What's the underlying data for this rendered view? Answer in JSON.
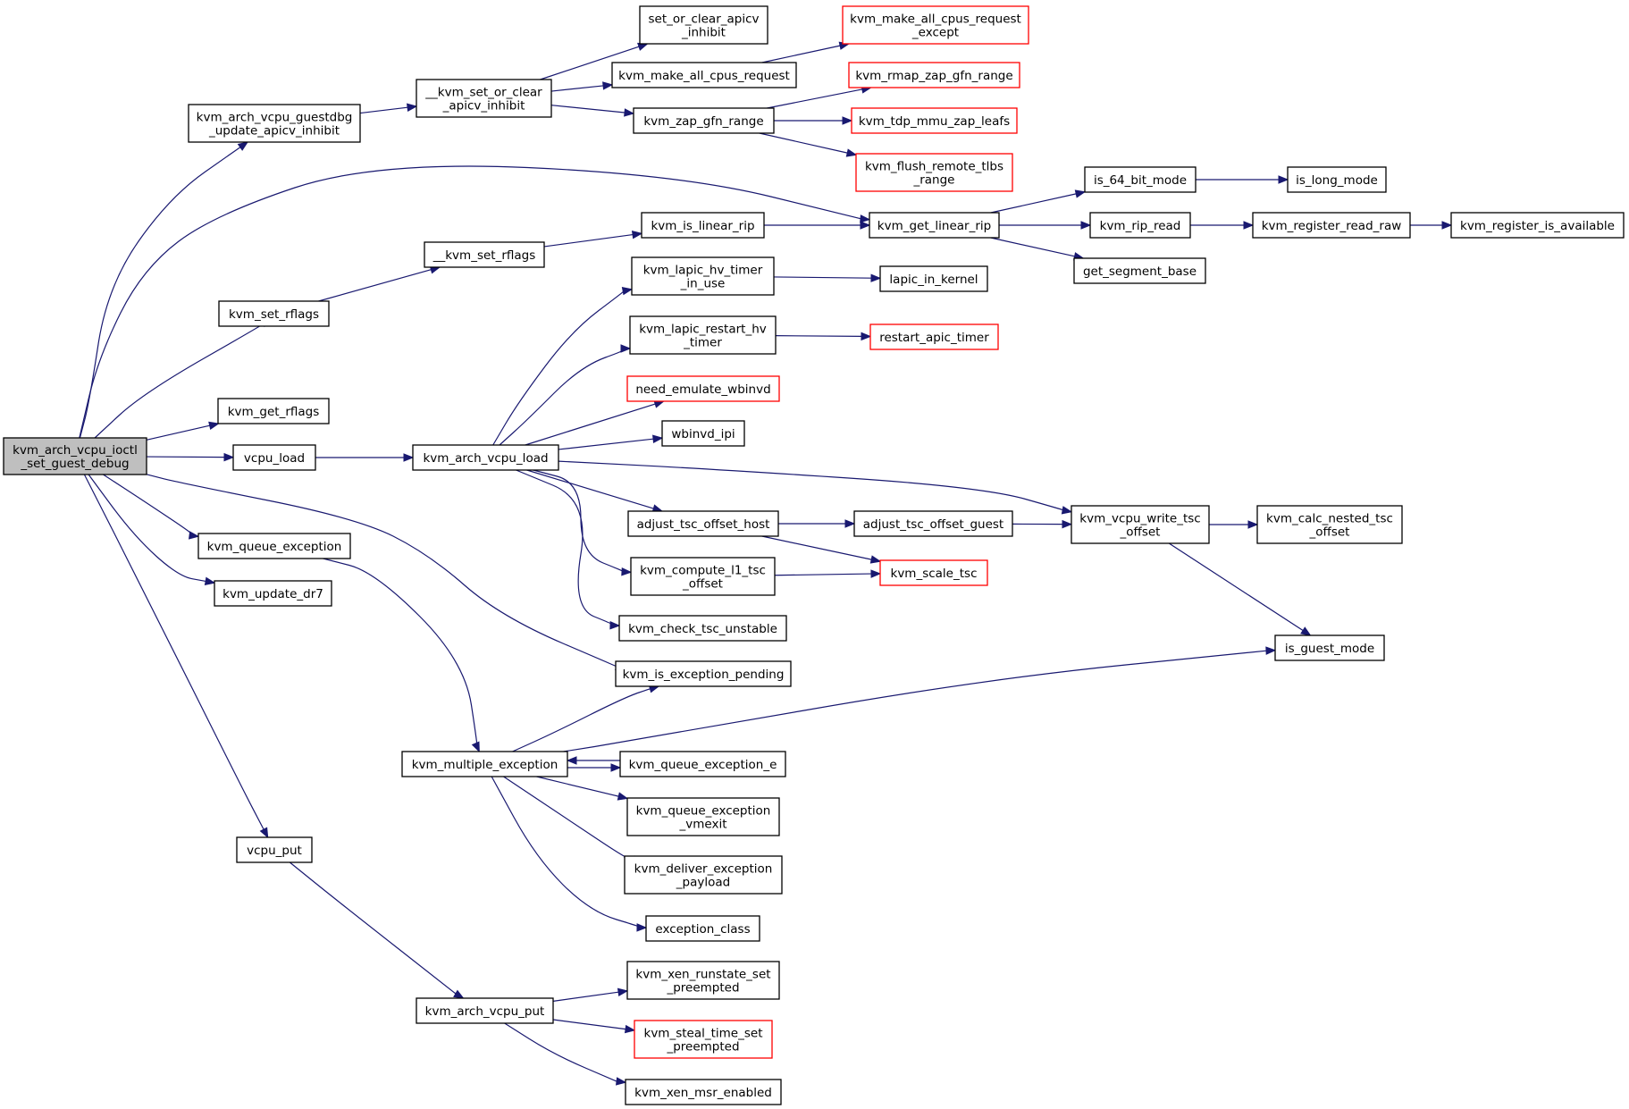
{
  "colors": {
    "edge": "#191970",
    "node_border": "#000000",
    "truncated_node_border": "#ff0000",
    "root_fill": "#bfbfbf"
  },
  "nodes": [
    {
      "id": "root",
      "lines": [
        "kvm_arch_vcpu_ioctl",
        "_set_guest_debug"
      ],
      "style": "root"
    },
    {
      "id": "guestdbg",
      "lines": [
        "kvm_arch_vcpu_guestdbg",
        "_update_apicv_inhibit"
      ],
      "style": "normal"
    },
    {
      "id": "set_or_clear_inh",
      "lines": [
        "__kvm_set_or_clear",
        "_apicv_inhibit"
      ],
      "style": "normal"
    },
    {
      "id": "set_or_clear_apicv",
      "lines": [
        "set_or_clear_apicv",
        "_inhibit"
      ],
      "style": "normal"
    },
    {
      "id": "make_all_cpus_req",
      "lines": [
        "kvm_make_all_cpus_request"
      ],
      "style": "normal"
    },
    {
      "id": "make_all_except",
      "lines": [
        "kvm_make_all_cpus_request",
        "_except"
      ],
      "style": "truncated"
    },
    {
      "id": "zap_gfn_range",
      "lines": [
        "kvm_zap_gfn_range"
      ],
      "style": "normal"
    },
    {
      "id": "rmap_zap",
      "lines": [
        "kvm_rmap_zap_gfn_range"
      ],
      "style": "truncated"
    },
    {
      "id": "tdp_mmu_zap",
      "lines": [
        "kvm_tdp_mmu_zap_leafs"
      ],
      "style": "truncated"
    },
    {
      "id": "flush_remote",
      "lines": [
        "kvm_flush_remote_tlbs",
        "_range"
      ],
      "style": "truncated"
    },
    {
      "id": "is_64_bit",
      "lines": [
        "is_64_bit_mode"
      ],
      "style": "normal"
    },
    {
      "id": "is_long_mode",
      "lines": [
        "is_long_mode"
      ],
      "style": "normal"
    },
    {
      "id": "is_linear_rip",
      "lines": [
        "kvm_is_linear_rip"
      ],
      "style": "normal"
    },
    {
      "id": "get_linear_rip",
      "lines": [
        "kvm_get_linear_rip"
      ],
      "style": "normal"
    },
    {
      "id": "rip_read",
      "lines": [
        "kvm_rip_read"
      ],
      "style": "normal"
    },
    {
      "id": "reg_read_raw",
      "lines": [
        "kvm_register_read_raw"
      ],
      "style": "normal"
    },
    {
      "id": "reg_is_avail",
      "lines": [
        "kvm_register_is_available"
      ],
      "style": "normal"
    },
    {
      "id": "get_seg_base",
      "lines": [
        "get_segment_base"
      ],
      "style": "normal"
    },
    {
      "id": "set_rflags_int",
      "lines": [
        "__kvm_set_rflags"
      ],
      "style": "normal"
    },
    {
      "id": "set_rflags",
      "lines": [
        "kvm_set_rflags"
      ],
      "style": "normal"
    },
    {
      "id": "hv_timer_in_use",
      "lines": [
        "kvm_lapic_hv_timer",
        "_in_use"
      ],
      "style": "normal"
    },
    {
      "id": "lapic_in_kernel",
      "lines": [
        "lapic_in_kernel"
      ],
      "style": "normal"
    },
    {
      "id": "restart_hv_timer",
      "lines": [
        "kvm_lapic_restart_hv",
        "_timer"
      ],
      "style": "normal"
    },
    {
      "id": "restart_apic_timer",
      "lines": [
        "restart_apic_timer"
      ],
      "style": "truncated"
    },
    {
      "id": "need_wbinvd",
      "lines": [
        "need_emulate_wbinvd"
      ],
      "style": "truncated"
    },
    {
      "id": "get_rflags",
      "lines": [
        "kvm_get_rflags"
      ],
      "style": "normal"
    },
    {
      "id": "wbinvd_ipi",
      "lines": [
        "wbinvd_ipi"
      ],
      "style": "normal"
    },
    {
      "id": "vcpu_load",
      "lines": [
        "vcpu_load"
      ],
      "style": "normal"
    },
    {
      "id": "arch_vcpu_load",
      "lines": [
        "kvm_arch_vcpu_load"
      ],
      "style": "normal"
    },
    {
      "id": "adj_tsc_host",
      "lines": [
        "adjust_tsc_offset_host"
      ],
      "style": "normal"
    },
    {
      "id": "adj_tsc_guest",
      "lines": [
        "adjust_tsc_offset_guest"
      ],
      "style": "normal"
    },
    {
      "id": "write_tsc",
      "lines": [
        "kvm_vcpu_write_tsc",
        "_offset"
      ],
      "style": "normal"
    },
    {
      "id": "calc_nested_tsc",
      "lines": [
        "kvm_calc_nested_tsc",
        "_offset"
      ],
      "style": "normal"
    },
    {
      "id": "queue_exception",
      "lines": [
        "kvm_queue_exception"
      ],
      "style": "normal"
    },
    {
      "id": "compute_l1_tsc",
      "lines": [
        "kvm_compute_l1_tsc",
        "_offset"
      ],
      "style": "normal"
    },
    {
      "id": "scale_tsc",
      "lines": [
        "kvm_scale_tsc"
      ],
      "style": "truncated"
    },
    {
      "id": "update_dr7",
      "lines": [
        "kvm_update_dr7"
      ],
      "style": "normal"
    },
    {
      "id": "check_tsc_unstable",
      "lines": [
        "kvm_check_tsc_unstable"
      ],
      "style": "normal"
    },
    {
      "id": "is_guest_mode",
      "lines": [
        "is_guest_mode"
      ],
      "style": "normal"
    },
    {
      "id": "is_exc_pending",
      "lines": [
        "kvm_is_exception_pending"
      ],
      "style": "normal"
    },
    {
      "id": "multiple_exc",
      "lines": [
        "kvm_multiple_exception"
      ],
      "style": "normal"
    },
    {
      "id": "queue_exc_e",
      "lines": [
        "kvm_queue_exception_e"
      ],
      "style": "normal"
    },
    {
      "id": "queue_exc_vmexit",
      "lines": [
        "kvm_queue_exception",
        "_vmexit"
      ],
      "style": "normal"
    },
    {
      "id": "vcpu_put",
      "lines": [
        "vcpu_put"
      ],
      "style": "normal"
    },
    {
      "id": "deliver_exc_payload",
      "lines": [
        "kvm_deliver_exception",
        "_payload"
      ],
      "style": "normal"
    },
    {
      "id": "exception_class",
      "lines": [
        "exception_class"
      ],
      "style": "normal"
    },
    {
      "id": "xen_runstate",
      "lines": [
        "kvm_xen_runstate_set",
        "_preempted"
      ],
      "style": "normal"
    },
    {
      "id": "arch_vcpu_put",
      "lines": [
        "kvm_arch_vcpu_put"
      ],
      "style": "normal"
    },
    {
      "id": "steal_time",
      "lines": [
        "kvm_steal_time_set",
        "_preempted"
      ],
      "style": "truncated"
    },
    {
      "id": "xen_msr",
      "lines": [
        "kvm_xen_msr_enabled"
      ],
      "style": "normal"
    }
  ],
  "edges": [
    [
      "root",
      "guestdbg"
    ],
    [
      "root",
      "get_linear_rip"
    ],
    [
      "root",
      "set_rflags"
    ],
    [
      "root",
      "get_rflags"
    ],
    [
      "root",
      "vcpu_load"
    ],
    [
      "root",
      "queue_exception"
    ],
    [
      "root",
      "update_dr7"
    ],
    [
      "root",
      "is_exc_pending"
    ],
    [
      "root",
      "vcpu_put"
    ],
    [
      "guestdbg",
      "set_or_clear_inh"
    ],
    [
      "set_or_clear_inh",
      "set_or_clear_apicv"
    ],
    [
      "set_or_clear_inh",
      "make_all_cpus_req"
    ],
    [
      "set_or_clear_inh",
      "zap_gfn_range"
    ],
    [
      "make_all_cpus_req",
      "make_all_except"
    ],
    [
      "zap_gfn_range",
      "rmap_zap"
    ],
    [
      "zap_gfn_range",
      "tdp_mmu_zap"
    ],
    [
      "zap_gfn_range",
      "flush_remote"
    ],
    [
      "set_rflags",
      "set_rflags_int"
    ],
    [
      "set_rflags_int",
      "is_linear_rip"
    ],
    [
      "is_linear_rip",
      "get_linear_rip"
    ],
    [
      "get_linear_rip",
      "is_64_bit"
    ],
    [
      "get_linear_rip",
      "rip_read"
    ],
    [
      "get_linear_rip",
      "get_seg_base"
    ],
    [
      "is_64_bit",
      "is_long_mode"
    ],
    [
      "rip_read",
      "reg_read_raw"
    ],
    [
      "reg_read_raw",
      "reg_is_avail"
    ],
    [
      "vcpu_load",
      "arch_vcpu_load"
    ],
    [
      "arch_vcpu_load",
      "hv_timer_in_use"
    ],
    [
      "arch_vcpu_load",
      "restart_hv_timer"
    ],
    [
      "arch_vcpu_load",
      "need_wbinvd"
    ],
    [
      "arch_vcpu_load",
      "wbinvd_ipi"
    ],
    [
      "arch_vcpu_load",
      "write_tsc"
    ],
    [
      "arch_vcpu_load",
      "adj_tsc_host"
    ],
    [
      "arch_vcpu_load",
      "compute_l1_tsc"
    ],
    [
      "arch_vcpu_load",
      "check_tsc_unstable"
    ],
    [
      "hv_timer_in_use",
      "lapic_in_kernel"
    ],
    [
      "restart_hv_timer",
      "restart_apic_timer"
    ],
    [
      "adj_tsc_host",
      "adj_tsc_guest"
    ],
    [
      "adj_tsc_host",
      "scale_tsc"
    ],
    [
      "adj_tsc_guest",
      "write_tsc"
    ],
    [
      "compute_l1_tsc",
      "scale_tsc"
    ],
    [
      "write_tsc",
      "calc_nested_tsc"
    ],
    [
      "write_tsc",
      "is_guest_mode"
    ],
    [
      "queue_exception",
      "multiple_exc"
    ],
    [
      "multiple_exc",
      "is_exc_pending"
    ],
    [
      "multiple_exc",
      "is_guest_mode"
    ],
    [
      "multiple_exc",
      "queue_exc_e"
    ],
    [
      "queue_exc_e",
      "multiple_exc"
    ],
    [
      "multiple_exc",
      "queue_exc_vmexit"
    ],
    [
      "multiple_exc",
      "deliver_exc_payload"
    ],
    [
      "multiple_exc",
      "exception_class"
    ],
    [
      "vcpu_put",
      "arch_vcpu_put"
    ],
    [
      "arch_vcpu_put",
      "xen_runstate"
    ],
    [
      "arch_vcpu_put",
      "steal_time"
    ],
    [
      "arch_vcpu_put",
      "xen_msr"
    ]
  ]
}
